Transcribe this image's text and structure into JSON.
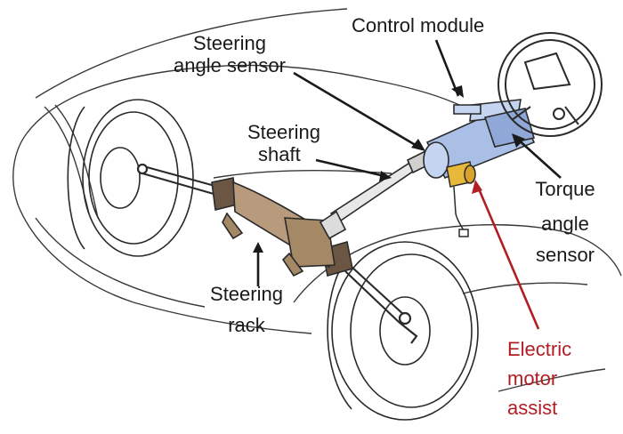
{
  "labels": {
    "control_module": "Control module",
    "steering_angle_sensor_line1": "Steering",
    "steering_angle_sensor_line2": "angle sensor",
    "steering_shaft_line1": "Steering",
    "steering_shaft_line2": "shaft",
    "torque_angle_sensor_line1": "Torque",
    "torque_angle_sensor_line2": "angle",
    "torque_angle_sensor_line3": "sensor",
    "steering_rack_line1": "Steering",
    "steering_rack_line2": "rack",
    "electric_motor_assist_line1": "Electric",
    "electric_motor_assist_line2": "motor",
    "electric_motor_assist_line3": "assist"
  },
  "colors": {
    "outline": "#2a2a2a",
    "column_blue": "#a9bfe6",
    "rack_tan": "#b89a7c",
    "motor_yellow": "#e8b83a",
    "assist_red": "#b01e23"
  }
}
